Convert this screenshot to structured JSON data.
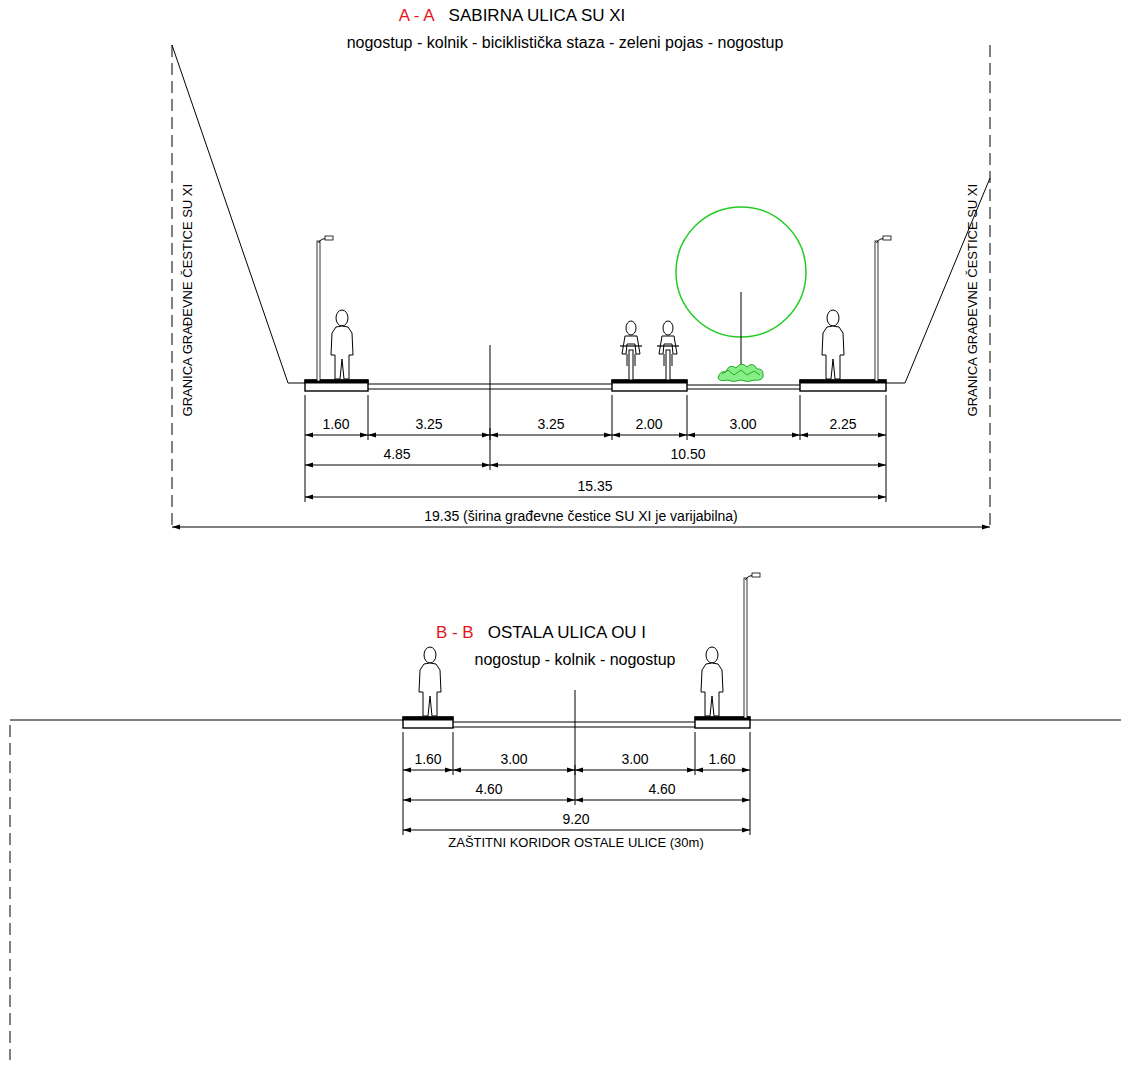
{
  "diagram": {
    "labels": [
      "A - A",
      "SABIRNA ULICA SU XI",
      "nogostup - kolnik - biciklistička staza - zeleni pojas - nogostup",
      "GRANICA GRAĐEVNE ČESTICE SU XI",
      "GRANICA GRAĐEVNE ČESTICE SU XI",
      "1.60",
      "3.25",
      "3.25",
      "2.00",
      "3.00",
      "2.25",
      "4.85",
      "10.50",
      "15.35",
      "19.35 (širina građevne čestice SU XI je varijabilna)",
      "B - B",
      "OSTALA ULICA OU I",
      "nogostup - kolnik - nogostup",
      "1.60",
      "3.00",
      "3.00",
      "1.60",
      "4.60",
      "4.60",
      "9.20",
      "ZAŠTITNI KORIDOR OSTALE ULICE (30m)"
    ]
  }
}
